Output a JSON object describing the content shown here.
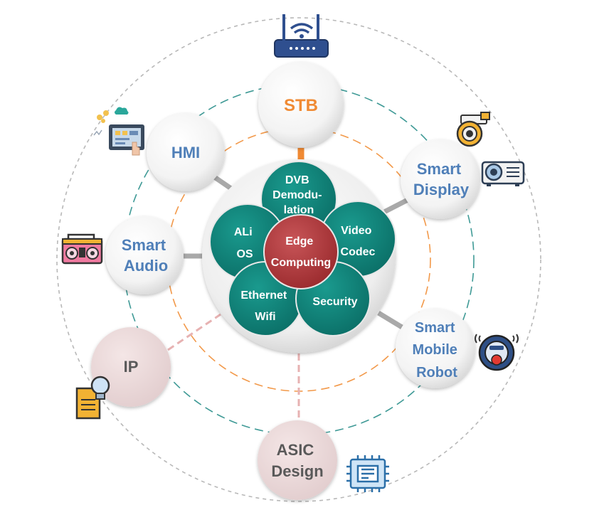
{
  "center": {
    "core": [
      "Edge",
      "Computing"
    ],
    "petals": {
      "dvb": [
        "DVB",
        "Demodu-",
        "lation"
      ],
      "ali_os": [
        "ALi",
        "OS"
      ],
      "video_codec": [
        "Video",
        "Codec"
      ],
      "ethernet_wifi": [
        "Ethernet",
        "Wifi"
      ],
      "security": [
        "Security"
      ]
    }
  },
  "nodes": {
    "stb": [
      "STB"
    ],
    "hmi": [
      "HMI"
    ],
    "smart_display": [
      "Smart",
      "Display"
    ],
    "smart_audio": [
      "Smart",
      "Audio"
    ],
    "smart_mobile_robot": [
      "Smart",
      "Mobile",
      "Robot"
    ],
    "ip": [
      "IP"
    ],
    "asic_design": [
      "ASIC",
      "Design"
    ]
  },
  "colors": {
    "teal": "#10877d",
    "core_red": "#b8393b",
    "node_label_blue": "#4f7fb8",
    "stb_orange": "#f08a33",
    "pink_node": "#ecd9da",
    "orange_ring": "#f2994a",
    "teal_ring": "#3f9a96",
    "grey_ring": "#b8b8b8",
    "pink_connector": "#e7b2b2"
  },
  "icons": [
    "router-icon",
    "hmi-panel-icon",
    "security-camera-icon",
    "projector-icon",
    "boombox-icon",
    "robot-vacuum-icon",
    "ip-document-bulb-icon",
    "chip-icon"
  ]
}
